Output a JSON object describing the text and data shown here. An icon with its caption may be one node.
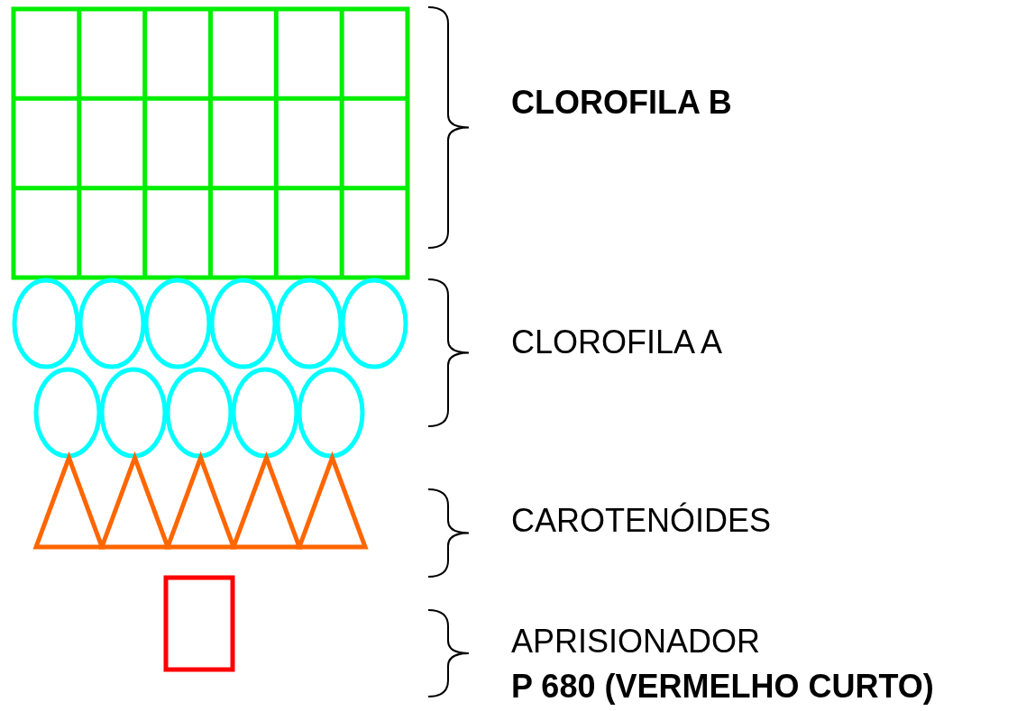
{
  "diagram": {
    "labels": [
      "CLOROFILA B",
      "CLOROFILA A",
      "CAROTENÓIDES",
      "APRISIONADOR",
      "P 680 (VERMELHO CURTO)"
    ]
  }
}
